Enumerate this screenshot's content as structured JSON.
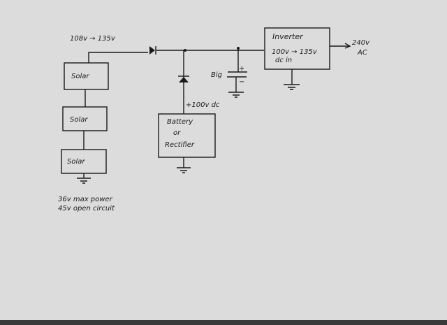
{
  "labels": {
    "input_range": "108v → 135v",
    "solar_1": "Solar",
    "solar_2": "Solar",
    "solar_3": "Solar",
    "solar_note_1": "36v max power",
    "solar_note_2": "45v open circuit",
    "supply_voltage": "+100v dc",
    "battery_line1": "Battery",
    "battery_line2": "or",
    "battery_line3": "Rectifier",
    "capacitor": "Big",
    "cap_plus": "+",
    "cap_minus": "−",
    "inverter_title": "Inverter",
    "inverter_range": "100v → 135v",
    "inverter_input": "dc in",
    "output_voltage": "240v",
    "output_type": "AC"
  },
  "colors": {
    "paper": "#dcdcdc",
    "ink": "#1a1a1a"
  }
}
